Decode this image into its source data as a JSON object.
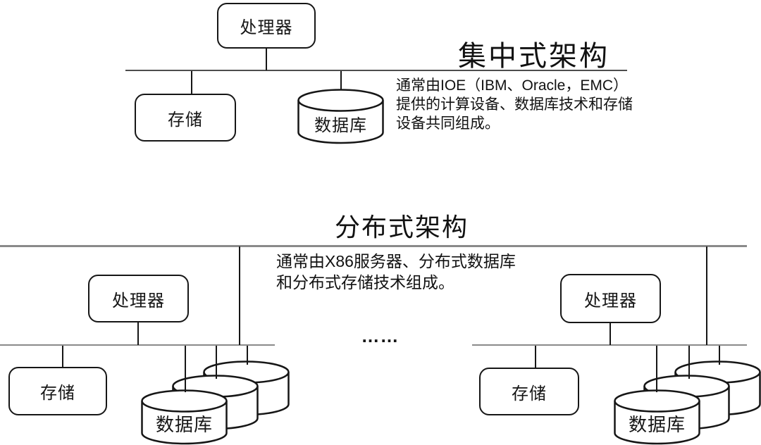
{
  "colors": {
    "background": "#ffffff",
    "shape_stroke": "#161616",
    "bus_dark": "#4d4d4d",
    "bus_gray": "#8a8a8a",
    "text": "#111111"
  },
  "centralized": {
    "title": "集中式架构",
    "desc": [
      "通常由IOE（IBM、Oracle，EMC）",
      "提供的计算设备、数据库技术和存储",
      "设备共同组成。"
    ],
    "processor": "处理器",
    "storage": "存储",
    "database": "数据库"
  },
  "distributed": {
    "title": "分布式架构",
    "desc": [
      "通常由X86服务器、分布式数据库",
      "和分布式存储技术组成。"
    ],
    "ellipsis": "……",
    "left": {
      "processor": "处理器",
      "storage": "存储",
      "database": "数据库"
    },
    "right": {
      "processor": "处理器",
      "storage": "存储",
      "database": "数据库"
    }
  }
}
